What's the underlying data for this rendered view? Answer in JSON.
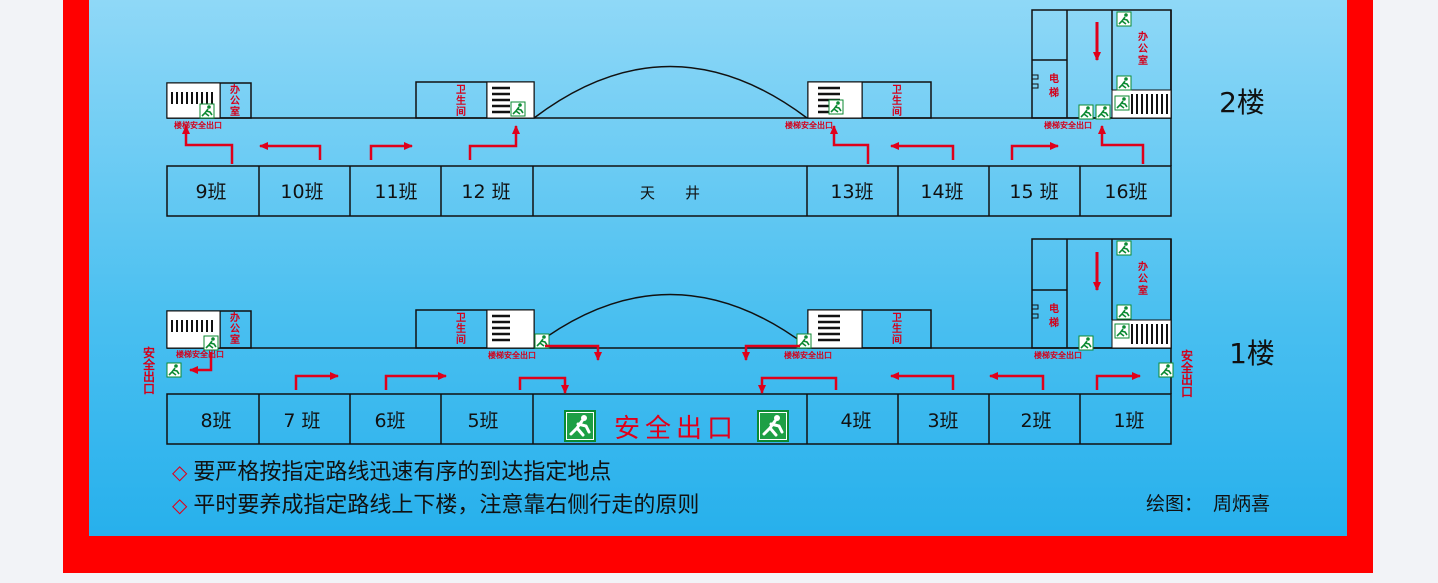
{
  "floors": {
    "f2": {
      "label": "2楼",
      "classes": [
        "9班",
        "10班",
        "11班",
        "12 班",
        "13班",
        "14班",
        "15 班",
        "16班"
      ],
      "atrium": "天　　井"
    },
    "f1": {
      "label": "1楼",
      "classes": [
        "8班",
        "7 班",
        "6班",
        "5班",
        "4班",
        "3班",
        "2班",
        "1班"
      ],
      "exit_center": "安全出口"
    }
  },
  "rooms": {
    "office": "办公室",
    "office_vertical": [
      "办",
      "公",
      "室"
    ],
    "toilet_vertical": [
      "卫",
      "生",
      "间"
    ],
    "elevator_vertical": [
      "电",
      "梯"
    ],
    "stair_exit": "楼梯安全出口",
    "side_exit_vertical": [
      "安",
      "全",
      "出",
      "口"
    ]
  },
  "notes": [
    "要严格按指定路线迅速有序的到达指定地点",
    "平时要养成指定路线上下楼，注意靠右侧行走的原则"
  ],
  "note_mark": "◇",
  "credit": {
    "label": "绘图：",
    "name": "周炳喜"
  },
  "colors": {
    "frame": "#ff0000",
    "arrow": "#e0001a",
    "room_text": "#d4001a",
    "exit_green": "#009b3a"
  }
}
